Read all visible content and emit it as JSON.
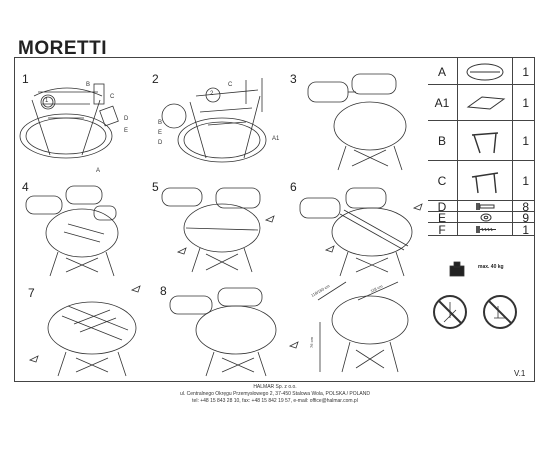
{
  "title": "MORETTI",
  "steps": [
    "1",
    "2",
    "3",
    "4",
    "5",
    "6",
    "7",
    "8"
  ],
  "callouts": {
    "s1": [
      "A",
      "B",
      "C",
      "D",
      "E",
      "1"
    ],
    "s2": [
      "A1",
      "C",
      "D",
      "E",
      "B",
      "2"
    ]
  },
  "parts": [
    {
      "letter": "A",
      "icon": "tabletop-icon",
      "qty": "1"
    },
    {
      "letter": "A1",
      "icon": "extension-leaf-icon",
      "qty": "1"
    },
    {
      "letter": "B",
      "icon": "leg-frame-b-icon",
      "qty": "1"
    },
    {
      "letter": "C",
      "icon": "leg-frame-c-icon",
      "qty": "1"
    },
    {
      "letter": "D",
      "icon": "bolt-icon",
      "qty": "8"
    },
    {
      "letter": "E",
      "icon": "washer-icon",
      "qty": "9"
    },
    {
      "letter": "F",
      "icon": "screw-icon",
      "qty": "1"
    }
  ],
  "max_load": "max. 40 kg",
  "dimensions": {
    "diameter": "118 cm",
    "extended": "118/160 cm",
    "height": "76 cm"
  },
  "version": "V.1",
  "footer": {
    "company": "HALMAR Sp. z o.o.",
    "address": "ul. Centralnego Okręgu Przemysłowego 2, 37-450 Stalowa Wola, POLSKA / POLAND",
    "contact": "tel: +48 15 843 28 10, fax: +48 15 842 19 57, e-mail: office@halmar.com.pl"
  }
}
